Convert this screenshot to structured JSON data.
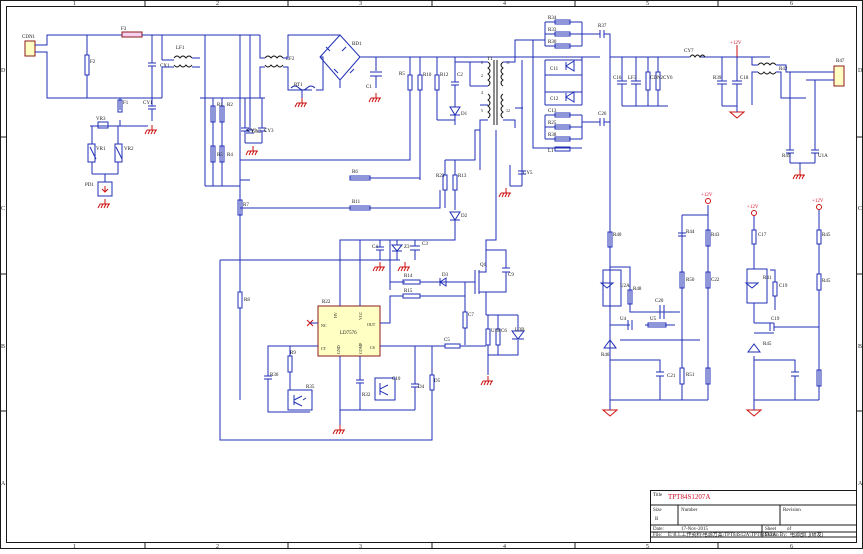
{
  "zones": {
    "columns": [
      "1",
      "2",
      "3",
      "4",
      "5",
      "6"
    ],
    "rows": [
      "D",
      "C",
      "B",
      "A"
    ]
  },
  "power_labels": {
    "p12v": "+12V"
  },
  "parts": [
    {
      "id": "cdn1",
      "ref": "CDN1"
    },
    {
      "id": "f3",
      "ref": "F3"
    },
    {
      "id": "f2",
      "ref": "F2"
    },
    {
      "id": "cx1",
      "ref": "CX1"
    },
    {
      "id": "lf1",
      "ref": "LF1"
    },
    {
      "id": "lf2",
      "ref": "LF2"
    },
    {
      "id": "cx2",
      "ref": "CX2"
    },
    {
      "id": "f1",
      "ref": "F1"
    },
    {
      "id": "cy1",
      "ref": "CY1"
    },
    {
      "id": "vr3",
      "ref": "VR3"
    },
    {
      "id": "vr1",
      "ref": "VR1"
    },
    {
      "id": "vr2",
      "ref": "VR2"
    },
    {
      "id": "pd1",
      "ref": "PD1"
    },
    {
      "id": "r1",
      "ref": "R1"
    },
    {
      "id": "r2",
      "ref": "R2"
    },
    {
      "id": "r3",
      "ref": "R3"
    },
    {
      "id": "r4",
      "ref": "R4"
    },
    {
      "id": "cy2",
      "ref": "CY2"
    },
    {
      "id": "cy3",
      "ref": "CY3"
    },
    {
      "id": "bd1",
      "ref": "BD1"
    },
    {
      "id": "rt1",
      "ref": "RT1"
    },
    {
      "id": "c1",
      "ref": "C1"
    },
    {
      "id": "r5",
      "ref": "R5"
    },
    {
      "id": "r10",
      "ref": "R10"
    },
    {
      "id": "r12",
      "ref": "R12"
    },
    {
      "id": "c2",
      "ref": "C2"
    },
    {
      "id": "d1",
      "ref": "D1"
    },
    {
      "id": "t1",
      "ref": "T1"
    },
    {
      "id": "r6",
      "ref": "R6"
    },
    {
      "id": "r7",
      "ref": "R7"
    },
    {
      "id": "r11",
      "ref": "R11"
    },
    {
      "id": "r8",
      "ref": "R8"
    },
    {
      "id": "r23",
      "ref": "R23"
    },
    {
      "id": "r13",
      "ref": "R13"
    },
    {
      "id": "d2",
      "ref": "D2"
    },
    {
      "id": "cy5",
      "ref": "CY5"
    },
    {
      "id": "c4",
      "ref": "C4"
    },
    {
      "id": "z3",
      "ref": "Z3"
    },
    {
      "id": "c3",
      "ref": "C3"
    },
    {
      "id": "r14",
      "ref": "R14"
    },
    {
      "id": "d3",
      "ref": "D3"
    },
    {
      "id": "q1",
      "ref": "Q1"
    },
    {
      "id": "c9",
      "ref": "C9"
    },
    {
      "id": "r15",
      "ref": "R15"
    },
    {
      "id": "u3",
      "ref": "U3"
    },
    {
      "id": "r20",
      "ref": "R20"
    },
    {
      "id": "r16",
      "ref": "R16"
    },
    {
      "id": "r17",
      "ref": "R17"
    },
    {
      "id": "z2",
      "ref": "Z2"
    },
    {
      "id": "r19",
      "ref": "R19"
    },
    {
      "id": "r22",
      "ref": "R22"
    },
    {
      "id": "c7",
      "ref": "C7"
    },
    {
      "id": "u1b",
      "ref": "U1B"
    },
    {
      "id": "c6",
      "ref": "C6"
    },
    {
      "id": "u3b",
      "ref": "U3B"
    },
    {
      "id": "c5",
      "ref": "C5"
    },
    {
      "id": "r9",
      "ref": "R9"
    },
    {
      "id": "r36",
      "ref": "R36"
    },
    {
      "id": "r35",
      "ref": "R35"
    },
    {
      "id": "r32",
      "ref": "R32"
    },
    {
      "id": "c10",
      "ref": "C10"
    },
    {
      "id": "d4",
      "ref": "D4"
    },
    {
      "id": "d5",
      "ref": "D5"
    },
    {
      "id": "r34",
      "ref": "R34"
    },
    {
      "id": "r33",
      "ref": "R33"
    },
    {
      "id": "r30",
      "ref": "R30"
    },
    {
      "id": "r37",
      "ref": "R37"
    },
    {
      "id": "c11",
      "ref": "C11"
    },
    {
      "id": "c12",
      "ref": "C12"
    },
    {
      "id": "c13",
      "ref": "C13"
    },
    {
      "id": "r25",
      "ref": "R25"
    },
    {
      "id": "r38",
      "ref": "R38"
    },
    {
      "id": "l1",
      "ref": "L1"
    },
    {
      "id": "c26",
      "ref": "C26"
    },
    {
      "id": "c16",
      "ref": "C16"
    },
    {
      "id": "lf3",
      "ref": "LF3"
    },
    {
      "id": "cdn2",
      "ref": "CDN2"
    },
    {
      "id": "cy6",
      "ref": "CY6"
    },
    {
      "id": "cy7",
      "ref": "CY7"
    },
    {
      "id": "r39",
      "ref": "R39"
    },
    {
      "id": "c18",
      "ref": "C18"
    },
    {
      "id": "r42",
      "ref": "R42"
    },
    {
      "id": "r47",
      "ref": "R47"
    },
    {
      "id": "r49",
      "ref": "R49"
    },
    {
      "id": "u1a",
      "ref": "U1A"
    },
    {
      "id": "r40",
      "ref": "R40"
    },
    {
      "id": "r44",
      "ref": "R44"
    },
    {
      "id": "r43",
      "ref": "R43"
    },
    {
      "id": "u2a",
      "ref": "U2A"
    },
    {
      "id": "r48",
      "ref": "R48"
    },
    {
      "id": "r50",
      "ref": "R50"
    },
    {
      "id": "c22",
      "ref": "C22"
    },
    {
      "id": "c17",
      "ref": "C17"
    },
    {
      "id": "r41",
      "ref": "R41"
    },
    {
      "id": "c20",
      "ref": "C20"
    },
    {
      "id": "u4",
      "ref": "U4"
    },
    {
      "id": "u5",
      "ref": "U5"
    },
    {
      "id": "c19",
      "ref": "C19"
    },
    {
      "id": "r46",
      "ref": "R46"
    },
    {
      "id": "r45",
      "ref": "R45"
    },
    {
      "id": "c21",
      "ref": "C21"
    },
    {
      "id": "r51",
      "ref": "R51"
    }
  ],
  "ic_u3": {
    "name": "LD7576",
    "pins": {
      "nc": "NC",
      "hv": "HV",
      "vcc": "VCC",
      "out": "OUT",
      "ct": "CT",
      "gnd": "GND",
      "comp": "COMP",
      "cs": "CS"
    }
  },
  "title_block": {
    "title_label": "Title",
    "title_value": "TPT84S1207A",
    "size_label": "Size",
    "size_value": "B",
    "number_label": "Number",
    "revision_label": "Revision",
    "date_label": "Date:",
    "date_value": "17-Nov-2015",
    "sheet_label": "Sheet",
    "sheet_of": "of",
    "file_label": "File:",
    "file_value": "E:\\8.1.工作资料\\电源方案\\TPT84S12A\\TPT84S12A",
    "drawn_label": "Drawn By:",
    "drawn_value": "电源部门(研发)"
  }
}
